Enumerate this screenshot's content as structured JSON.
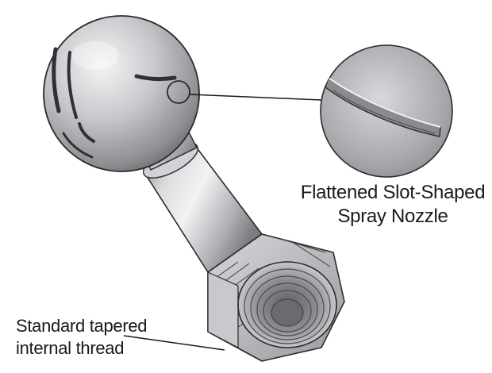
{
  "callouts": {
    "nozzle": {
      "line1": "Flattened Slot-Shaped",
      "line2": "Spray Nozzle"
    },
    "thread": {
      "line1": "Standard tapered",
      "line2": "internal thread"
    }
  },
  "colors": {
    "metal_light": "#e9e9ec",
    "metal_mid": "#b4b4b9",
    "metal_dark": "#6f6f74",
    "outline": "#2a2a2a",
    "background": "#ffffff"
  }
}
